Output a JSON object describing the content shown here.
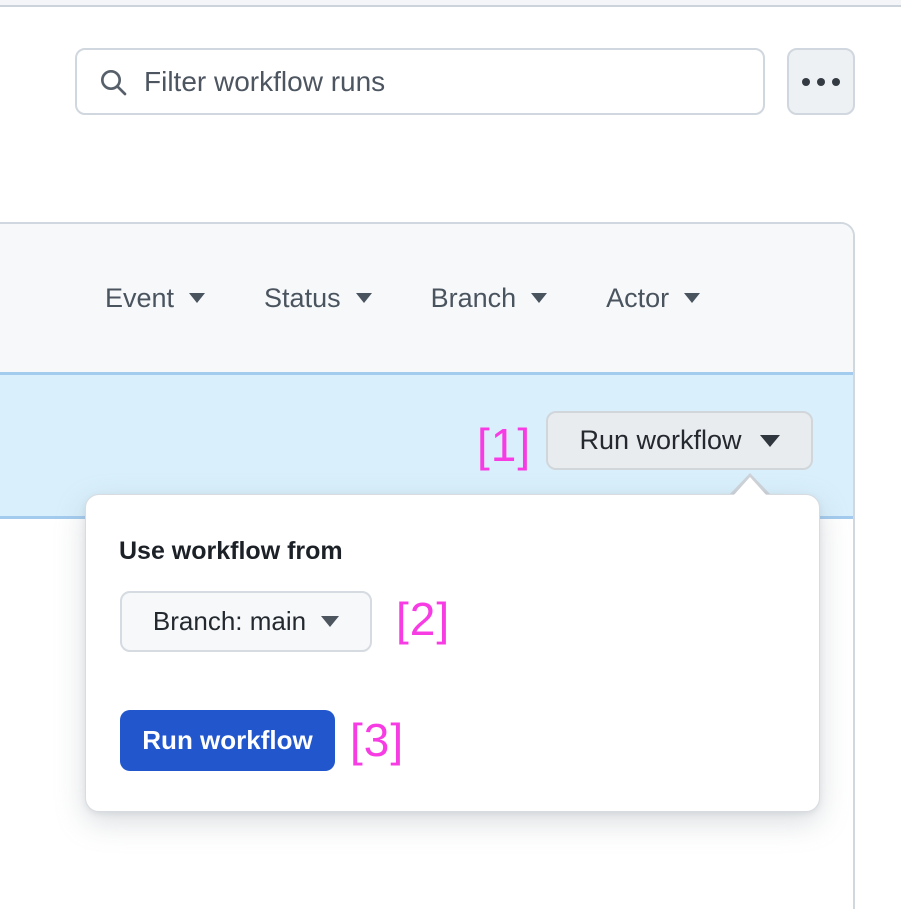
{
  "colors": {
    "accent_blue": "#2156cd",
    "row_highlight": "#d9f0fc",
    "row_highlight_border": "#a3cbee",
    "annotation_magenta": "#f83ce4",
    "panel_border": "#d0d7de",
    "header_bg": "#f6f8fa"
  },
  "toolbar": {
    "search_placeholder": "Filter workflow runs",
    "icons": {
      "search": "magnifier-icon",
      "more": "kebab-horizontal-dots-icon",
      "filter_caret": "chevron-down-icon"
    }
  },
  "filters": {
    "items": [
      "Event",
      "Status",
      "Branch",
      "Actor"
    ]
  },
  "run_row": {
    "annotation": "[1]",
    "button_label": "Run workflow"
  },
  "dropdown": {
    "heading": "Use workflow from",
    "branch_button_label": "Branch: main",
    "branch_annotation": "[2]",
    "run_button_label": "Run workflow",
    "run_annotation": "[3]"
  }
}
